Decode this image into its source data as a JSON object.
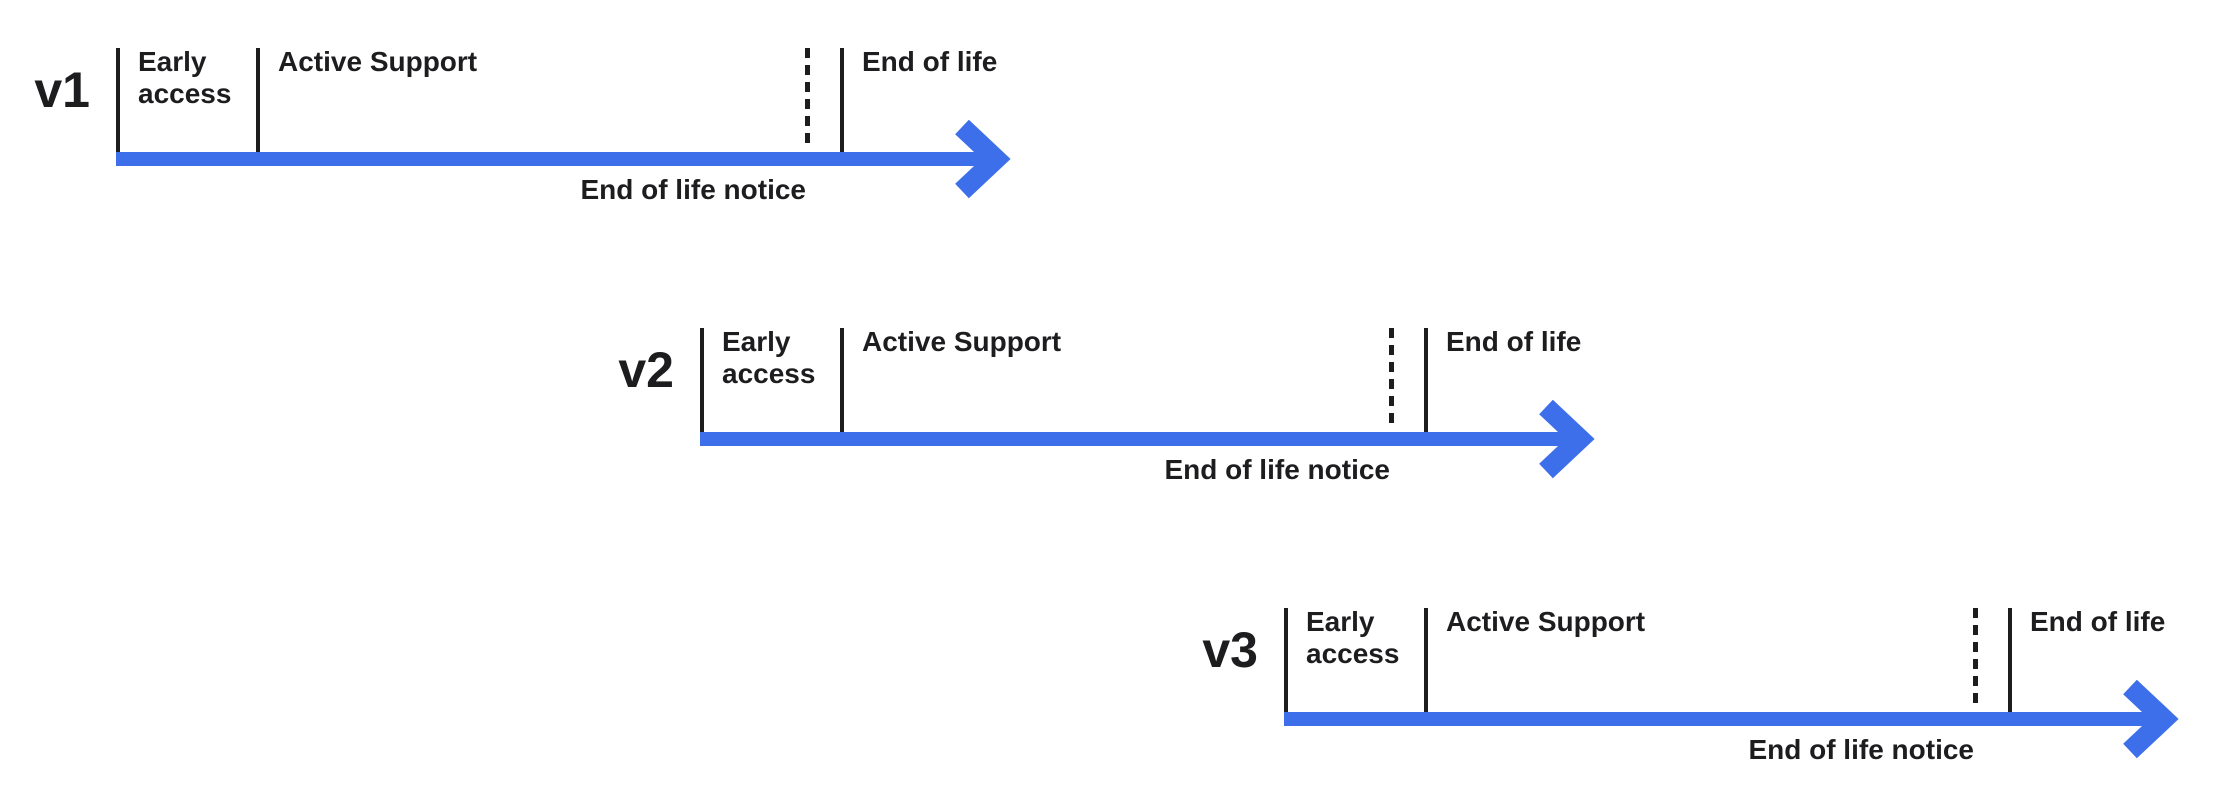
{
  "colors": {
    "timeline_blue": "#3d6feb",
    "ink": "#1d1d1f",
    "background": "#ffffff"
  },
  "timelines": [
    {
      "version": "v1",
      "early_access_label": "Early access",
      "active_support_label": "Active Support",
      "end_of_life_label": "End of life",
      "end_of_life_notice_label": "End of life notice"
    },
    {
      "version": "v2",
      "early_access_label": "Early access",
      "active_support_label": "Active Support",
      "end_of_life_label": "End of life",
      "end_of_life_notice_label": "End of life notice"
    },
    {
      "version": "v3",
      "early_access_label": "Early access",
      "active_support_label": "Active Support",
      "end_of_life_label": "End of life",
      "end_of_life_notice_label": "End of life notice"
    }
  ]
}
